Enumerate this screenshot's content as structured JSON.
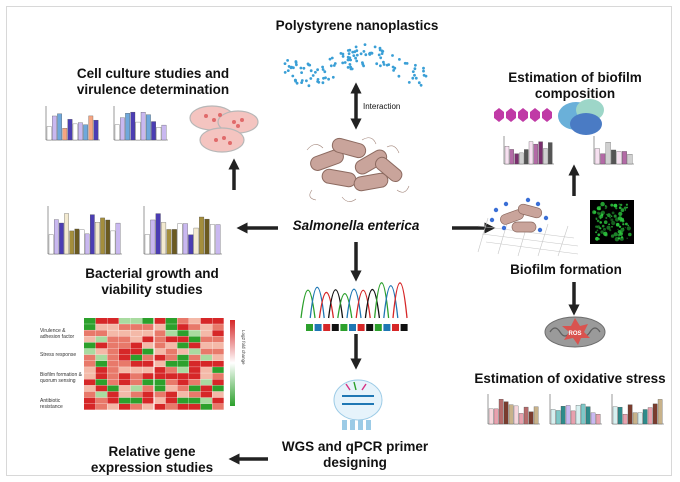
{
  "labels": {
    "nanoplastics": "Polystyrene nanoplastics",
    "interaction": "Interaction",
    "cell_culture": "Cell culture studies and virulence determination",
    "biofilm_composition": "Estimation of biofilm composition",
    "salmonella": "Salmonella enterica",
    "growth": "Bacterial growth and viability studies",
    "biofilm_formation": "Biofilm formation",
    "oxidative": "Estimation of oxidative stress",
    "wgs": "WGS and qPCR primer designing",
    "gene_expression": "Relative gene expression studies",
    "ros": "ROS"
  },
  "heatmap_labels": {
    "row_groups": [
      "Virulence & adhesion factor",
      "Stress response",
      "Biofilm formation & quorum sensing",
      "Antibiotic resistance"
    ],
    "scale": "Log2 fold change"
  },
  "colors": {
    "arrow": "#222222",
    "heat_red": "#d62728",
    "heat_green": "#2ca02c",
    "bacteria": "#c9a49b",
    "dots": "#3a9fd6",
    "ros": "#d9534f",
    "confocal": "#2ecc40"
  }
}
